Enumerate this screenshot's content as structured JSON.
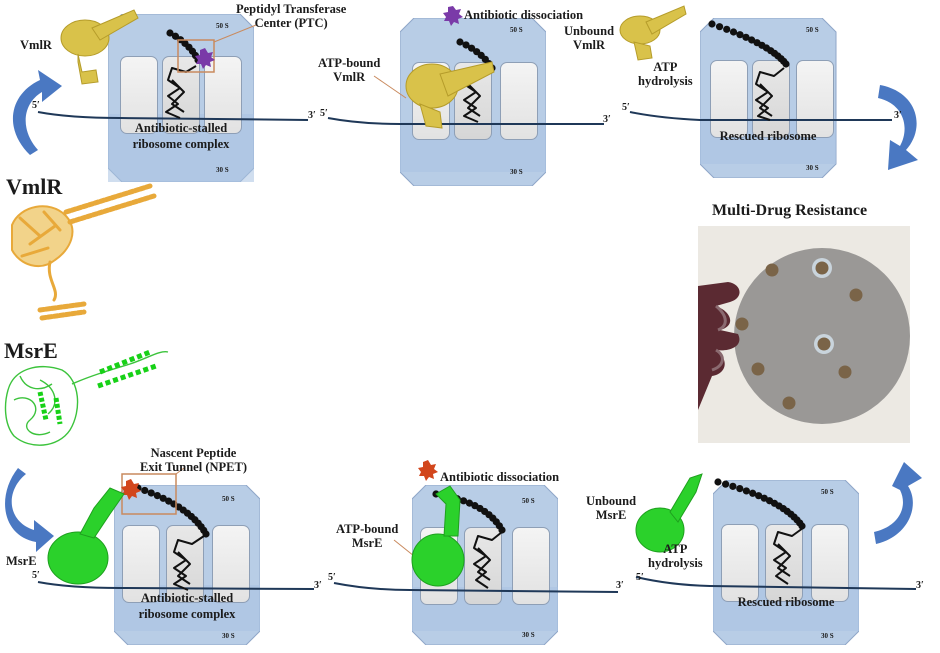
{
  "colors": {
    "ribosome_fill": "#b8cde6",
    "ribosome_border": "#8fa6c8",
    "arrow_blue": "#4a78c2",
    "mrna_line": "#1f3858",
    "vmlr_yellow": "#d9c24a",
    "vmlr_orange": "#e8a93a",
    "msre_green": "#2bd12b",
    "antibiotic_purple": "#7a3aa8",
    "antibiotic_red": "#d2461c",
    "callout_box": "#c98a5e",
    "plate_grey": "#9a9896"
  },
  "top_row": {
    "panel1": {
      "protein_label": "VmlR",
      "callout": [
        "Peptidyl Transferase",
        "Center (PTC)"
      ],
      "ribosome_label": [
        "Antibiotic-stalled",
        "ribosome complex"
      ],
      "subunit_large": "50 S",
      "subunit_small": "30 S",
      "mrna_5": "5′",
      "mrna_3": "3′"
    },
    "panel2": {
      "event": "Antibiotic dissociation",
      "protein_label": [
        "ATP-bound",
        "VmlR"
      ],
      "subunit_large": "50 S",
      "subunit_small": "30 S",
      "mrna_5": "5′",
      "mrna_3": "3′"
    },
    "panel3": {
      "protein_label": [
        "Unbound",
        "VmlR"
      ],
      "event": [
        "ATP",
        "hydrolysis"
      ],
      "ribosome_label": "Rescued ribosome",
      "subunit_large": "50 S",
      "subunit_small": "30 S",
      "mrna_5": "5′",
      "mrna_3": "3′"
    }
  },
  "structures": {
    "vmlr_title": "VmlR",
    "msre_title": "MsrE"
  },
  "mdr": {
    "title": "Multi-Drug  Resistance"
  },
  "bottom_row": {
    "panel1": {
      "protein_label": "MsrE",
      "callout": [
        "Nascent Peptide",
        "Exit Tunnel (NPET)"
      ],
      "ribosome_label": [
        "Antibiotic-stalled",
        "ribosome complex"
      ],
      "subunit_large": "50 S",
      "subunit_small": "30 S",
      "mrna_5": "5′",
      "mrna_3": "3′"
    },
    "panel2": {
      "event": "Antibiotic dissociation",
      "protein_label": [
        "ATP-bound",
        "MsrE"
      ],
      "subunit_large": "50 S",
      "subunit_small": "30 S",
      "mrna_5": "5′",
      "mrna_3": "3′"
    },
    "panel3": {
      "protein_label": [
        "Unbound",
        "MsrE"
      ],
      "event": [
        "ATP",
        "hydrolysis"
      ],
      "ribosome_label": "Rescued ribosome",
      "subunit_large": "50 S",
      "subunit_small": "30 S",
      "mrna_5": "5′",
      "mrna_3": "3′"
    }
  }
}
